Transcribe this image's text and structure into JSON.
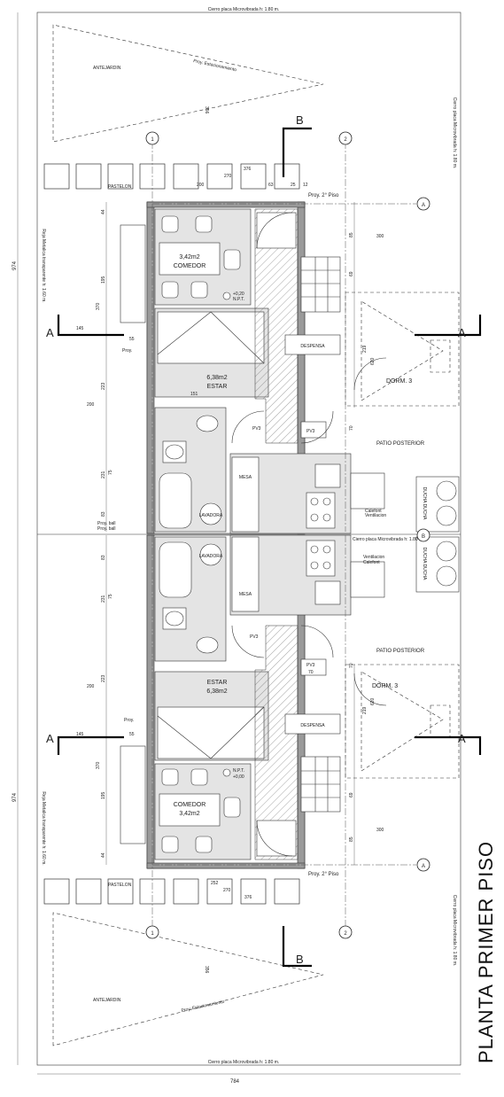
{
  "title": "PLANTA PRIMER PISO",
  "perimeter_labels": {
    "top": "Cierro placa Microvibrada h: 1.80 m.",
    "bottom": "Cierro placa Microvibrada h: 1.80 m.",
    "right_top": "Cierro placa Microvibrada h: 1.80 m.",
    "right_bottom": "Cierro placa Microvibrada h: 1.80 m.",
    "left_top": "Reja Metalica transparente h: 1.60 m.",
    "left_bottom": "Reja Metalica transparente h: 1.60 m."
  },
  "outdoor": {
    "antejardin": "ANTEJARDIN",
    "estacionamiento": "Proy. Estacionamiento",
    "pastelon": "PASTELON",
    "proy_2_piso": "Proy. 2° Piso",
    "patio_posterior": "PATIO POSTERIOR",
    "proy_ball": "Proy. ball",
    "proy": "Proy."
  },
  "rooms": {
    "comedor_area": "3,42m2",
    "comedor": "COMEDOR",
    "estar_area": "6,38m2",
    "estar": "ESTAR",
    "dorm3": "DORM. 3",
    "despensa": "DESPENSA",
    "mesa": "MESA",
    "lavadora": "LAVADORA",
    "npt_upper": "+0,20",
    "npt_lower": "+0,00",
    "npt": "N.P.T."
  },
  "service": {
    "calefont": "Calefont",
    "ventilacion": "Ventilacion",
    "cierro_placa_short": "Cierro placa Microvibrada h: 1.80 m.",
    "duchas": "DUCHA DUCHA",
    "pv3": "PV3",
    "pv3_num": "70"
  },
  "axes": {
    "a": "A",
    "b": "B",
    "one": "1",
    "two": "2"
  },
  "dims": {
    "d356": "356",
    "d376": "376",
    "d270": "270",
    "d200": "200",
    "d63": "63",
    "d25": "25",
    "d12": "12",
    "d44": "44",
    "d195": "195",
    "d370": "370",
    "d145": "145",
    "d55": "55",
    "d223": "223",
    "d151": "151",
    "d231": "231",
    "d75": "75",
    "d83": "83",
    "d300": "300",
    "d85": "85",
    "d69": "69",
    "d219": "219",
    "d620": "620",
    "d70": "70",
    "d974": "974",
    "d784": "784",
    "d252": "252"
  }
}
